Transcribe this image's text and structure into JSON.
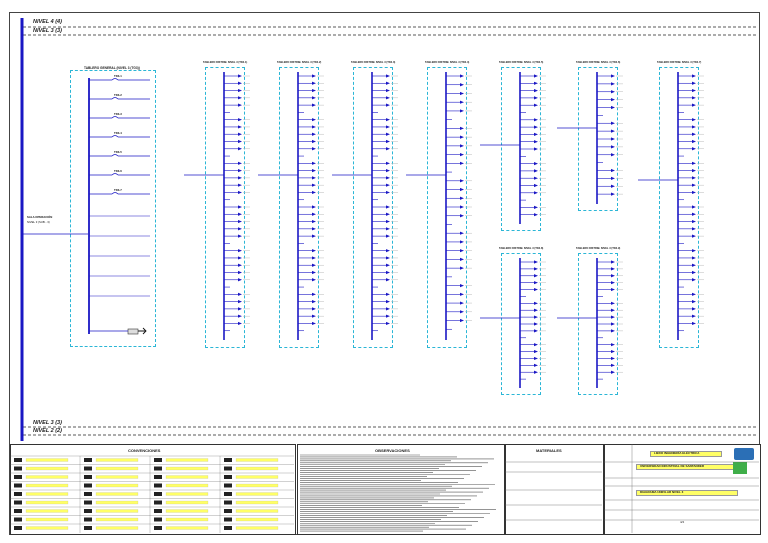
{
  "levels": {
    "level4": "NIVEL 4 (4)",
    "level3_top": "NIVEL 3 (3)",
    "level3_bottom": "NIVEL 3 (3)",
    "level2": "NIVEL 2 (2)"
  },
  "main_board": {
    "title": "TABLERO GENERAL (NIVEL 3 (TG3))",
    "source_label": "SALA OPERACIÓN",
    "source_sub": "NIVEL 3 (SUB - 3)",
    "breakers": [
      "TD3-1",
      "TD3-2",
      "TD3-3",
      "TD3-4",
      "TD3-5",
      "TD3-6",
      "TD3-7"
    ]
  },
  "sub_boards": [
    {
      "title": "TABLERO DISTRIB. NIVEL 3 (TD3-1)"
    },
    {
      "title": "TABLERO DISTRIB. NIVEL 3 (TD3-2)"
    },
    {
      "title": "TABLERO DISTRIB. NIVEL 3 (TD3-3)"
    },
    {
      "title": "TABLERO DISTRIB. NIVEL 3 (TD3-4)"
    },
    {
      "title": "TABLERO DISTRIB. NIVEL 3 (TD3-5)"
    },
    {
      "title": "TABLERO DISTRIB. NIVEL 3 (TD3-6)"
    },
    {
      "title": "TABLERO DISTRIB. NIVEL 3 (TD3-7)"
    },
    {
      "title": "TABLERO DISTRIB. NIVEL 3 (TD3-8)"
    },
    {
      "title": "TABLERO DISTRIB. NIVEL 3 (TD3-9)"
    }
  ],
  "title_block": {
    "legend_title": "CONVENCIONES",
    "notes_title": "OBSERVACIONES",
    "materials_title": "MATERIALES",
    "company": "LIEDO INGENIERÍA ELÉCTRICA",
    "project": "UNIVERSIDAD INDUSTRIAL DE SANTANDER",
    "drawing": "DIAGRAMA UNIFILAR NIVEL 3",
    "sheet": "4/4"
  },
  "colors": {
    "busbar": "#1a17c4",
    "box_border": "#2bb6d6",
    "label_fill": "#ffff66",
    "logo_green": "#3fae49",
    "logo_blue": "#2b6fb6"
  }
}
